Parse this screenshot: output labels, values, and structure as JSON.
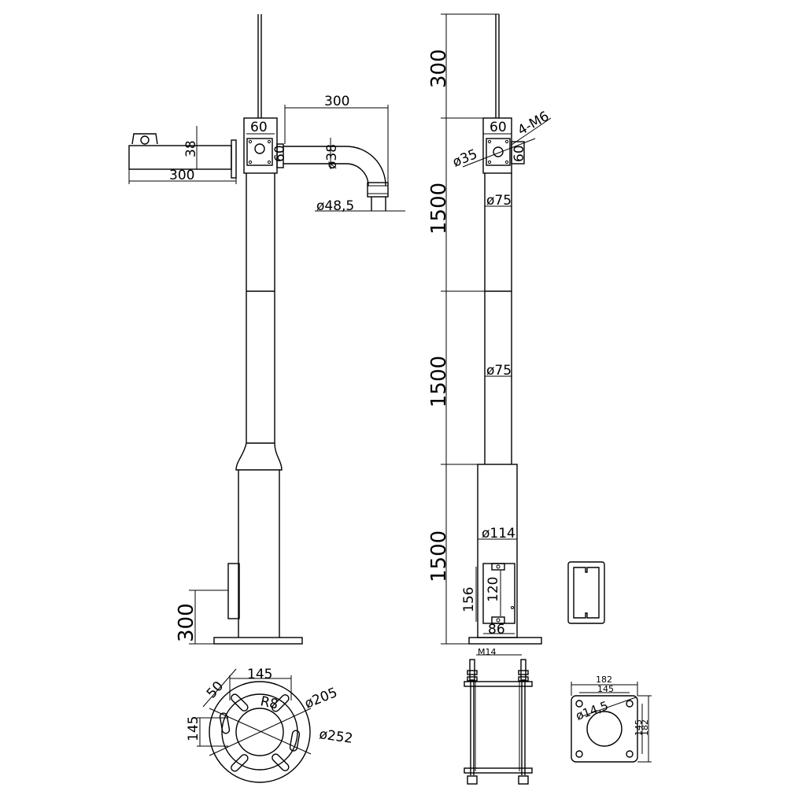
{
  "left_view": {
    "bracket_length": "300",
    "arm_length": "300",
    "box_width": "60",
    "box_height": "60",
    "arm_diameter": "ø38",
    "bracket_diameter": "38",
    "socket_diameter": "ø48,5",
    "handhole_height": "300"
  },
  "right_view": {
    "top_rod": "300",
    "box_width": "60",
    "box_height": "60",
    "bolts": "4-M6",
    "hole_diameter": "ø35",
    "pole_section_1": "1500",
    "pole_section_2": "1500",
    "pole_section_3": "1500",
    "pipe_diameter_1": "ø75",
    "pipe_diameter_2": "ø75",
    "base_pipe_diameter": "ø114",
    "door_height": "156",
    "door_inner_height": "120",
    "door_width": "86"
  },
  "base_plan": {
    "slot_width": "50",
    "bolt_spacing_x": "145",
    "bolt_spacing_y": "145",
    "slot_radius": "R8",
    "inner_diameter": "ø205",
    "outer_diameter": "ø252"
  },
  "anchor_cage": {
    "bolt_size": "M14"
  },
  "anchor_plate": {
    "plate_width": "182",
    "bolt_spacing": "145",
    "hole_diameter": "ø14,5",
    "plate_height": "182",
    "bolt_spacing_v": "145"
  }
}
